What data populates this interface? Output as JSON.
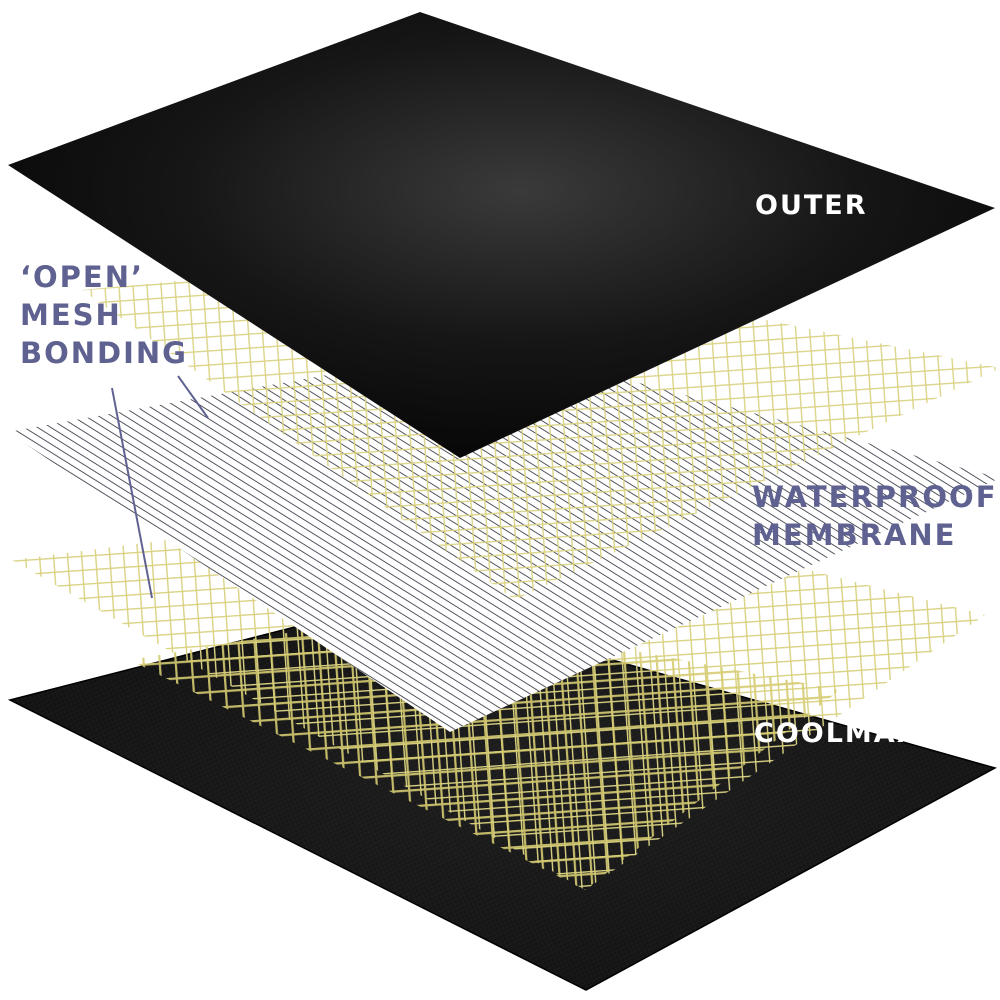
{
  "labels": {
    "outer": "OUTER",
    "coolmax": "COOLMAX®",
    "mesh_line1": "‘OPEN’",
    "mesh_line2": "MESH",
    "mesh_line3": "BONDING",
    "membrane_line1": "WATERPROOF",
    "membrane_line2": "MEMBRANE"
  },
  "colors": {
    "background": "#ffffff",
    "outer_layer": "#101010",
    "coolmax_layer": "#141414",
    "mesh_grid": "#d9d282",
    "membrane_stripes": "#2a2c38",
    "label_light": "#ffffff",
    "label_slate": "#5f6290"
  }
}
